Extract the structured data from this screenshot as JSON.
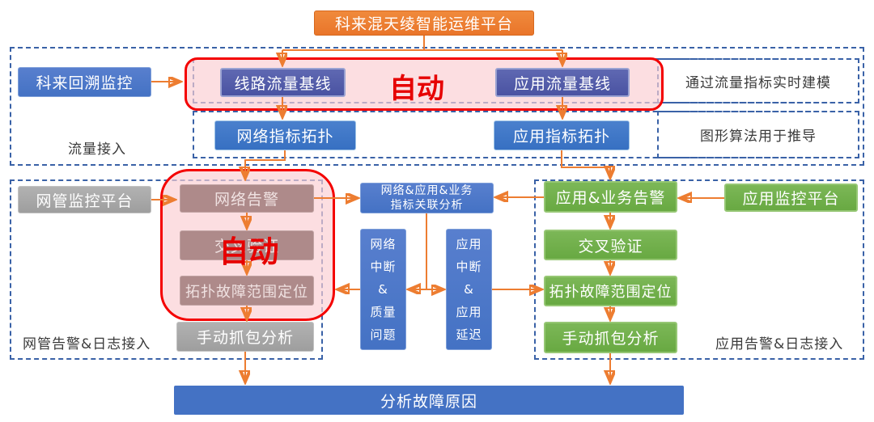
{
  "diagram": {
    "title": "科来混天绫智能运维平台",
    "auto_label_top": "自动",
    "auto_label_left": "自动",
    "flow_section": {
      "group_label": "流量接入",
      "source": "科来回溯监控",
      "line_baseline": "线路流量基线",
      "app_baseline": "应用流量基线",
      "network_topology": "网络指标拓扑",
      "app_topology": "应用指标拓扑",
      "modeling_note": "通过流量指标实时建模",
      "graph_note": "图形算法用于推导"
    },
    "nms_section": {
      "group_label": "网管告警&日志接入",
      "source": "网管监控平台",
      "network_alarm": "网络告警",
      "cross_validation": "交叉验证",
      "fault_scope": "拓扑故障范围定位",
      "manual_capture": "手动抓包分析"
    },
    "correlation": {
      "line1": "网络&应用&业务",
      "line2": "指标关联分析",
      "network_issue_lines": [
        "网络",
        "中断",
        "&",
        "质量",
        "问题"
      ],
      "app_issue_lines": [
        "应用",
        "中断",
        "&",
        "应用",
        "延迟"
      ]
    },
    "app_section": {
      "group_label": "应用告警&日志接入",
      "source": "应用监控平台",
      "app_alarm": "应用&业务告警",
      "cross_validation": "交叉验证",
      "fault_scope": "拓扑故障范围定位",
      "manual_capture": "手动抓包分析"
    },
    "result": "分析故障原因",
    "colors": {
      "arrow_orange": "#ED7D31",
      "box_blue": "#4472C4",
      "box_purple_blue": "#4C56A5",
      "box_green": "#6FAD47",
      "box_gray": "#A5A5A5",
      "box_mauve": "#AE8A8A",
      "highlight_red": "#F40000",
      "highlight_pink": "#FAD6D9",
      "dash_blue": "#3A62A7"
    }
  }
}
